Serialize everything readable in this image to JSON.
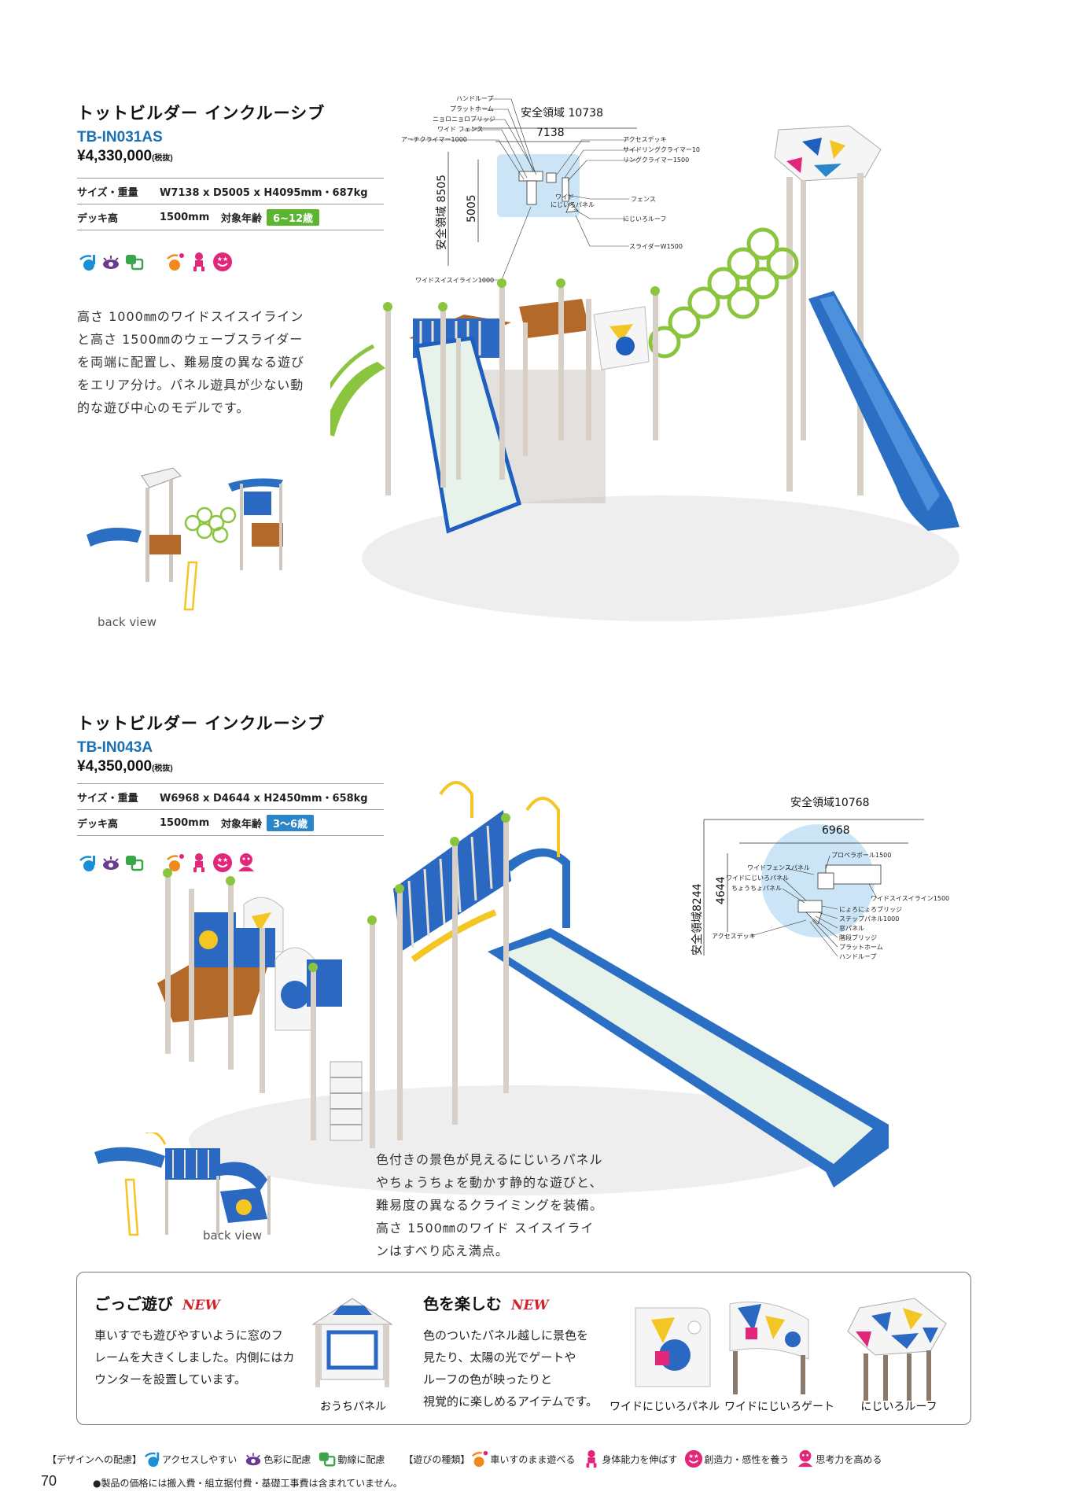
{
  "product1": {
    "title": "トットビルダー インクルーシブ",
    "code": "TB-IN031AS",
    "price": "¥4,330,000",
    "price_tax": "(税抜)",
    "size_label": "サイズ・重量",
    "size_value": "W7138 x D5005 x H4095mm・687kg",
    "deck_label": "デッキ高",
    "deck_value": "1500mm",
    "age_label": "対象年齢",
    "age_value": "6~12歳",
    "age_color": "#5bb530",
    "description": [
      "高さ 1000㎜のワイドスイスイライン",
      "と高さ 1500㎜のウェーブスライダー",
      "を両端に配置し、難易度の異なる遊び",
      "をエリア分け。パネル遊具が少ない動",
      "的な遊び中心のモデルです。"
    ],
    "back_view": "back view",
    "diagram": {
      "safety_width": "安全領域 10738",
      "width": "7138",
      "safety_depth": "安全領域 8505",
      "depth": "5005",
      "labels_left": [
        "ハンドループ",
        "プラットホーム",
        "ニョロニョロブリッジ",
        "ワイド フェンス",
        "アーチクライマー1000"
      ],
      "labels_right": [
        "アクセスデッキ",
        "サイドリングクライマー1000",
        "リングクライマー1500",
        "フェンス",
        "にじいろルーフ",
        "スライダーW1500"
      ],
      "labels_inner": [
        "ワイド",
        "にじいろパネル"
      ],
      "label_bottom": "ワイドスイスイライン1000"
    }
  },
  "product2": {
    "title": "トットビルダー インクルーシブ",
    "code": "TB-IN043A",
    "price": "¥4,350,000",
    "price_tax": "(税抜)",
    "size_label": "サイズ・重量",
    "size_value": "W6968 x D4644 x H2450mm・658kg",
    "deck_label": "デッキ高",
    "deck_value": "1500mm",
    "age_label": "対象年齢",
    "age_value": "3～6歳",
    "age_color": "#2a86c9",
    "description": [
      "色付きの景色が見えるにじいろパネル",
      "やちょうちょを動かす静的な遊びと、",
      "難易度の異なるクライミングを装備。",
      "高さ 1500㎜のワイド スイスイライ",
      "ンはすべり応え満点。"
    ],
    "back_view": "back view",
    "diagram": {
      "safety_width": "安全領域10768",
      "width": "6968",
      "safety_depth": "安全領域8244",
      "depth": "4644",
      "labels": [
        "プロペラボール1500",
        "ワイドフェンスパネル",
        "ワイドにじいろパネル",
        "ちょうちょパネル",
        "ワイドスイスイライン1500",
        "にょろにょろブリッジ",
        "ステップパネル1000",
        "窓パネル",
        "階段ブリッジ",
        "プラットホーム",
        "ハンドループ",
        "アクセスデッキ"
      ]
    }
  },
  "features": {
    "left_title": "ごっご遊び",
    "left_new": "NEW",
    "left_text": [
      "車いすでも遊びやすいように窓のフ",
      "レームを大きくしました。内側にはカ",
      "ウンターを設置しています。"
    ],
    "left_caption": "おうちパネル",
    "right_title": "色を楽しむ",
    "right_new": "NEW",
    "right_text": [
      "色のついたパネル越しに景色を",
      "見たり、太陽の光でゲートや",
      "ルーフの色が映ったりと",
      "視覚的に楽しめるアイテムです。"
    ],
    "captions": [
      "ワイドにじいろパネル",
      "ワイドにじいろゲート",
      "にじいろルーフ"
    ]
  },
  "footer": {
    "design_label": "【デザインへの配慮】",
    "design_items": [
      "アクセスしやすい",
      "色彩に配慮",
      "動線に配慮"
    ],
    "play_label": "【遊びの種類】",
    "play_items": [
      "車いすのまま遊べる",
      "身体能力を伸ばす",
      "創造力・感性を養う",
      "思考力を高める"
    ],
    "page_number": "70",
    "note": "●製品の価格には搬入費・組立据付費・基礎工事費は含まれていません。"
  },
  "colors": {
    "brand_blue": "#1b6fb3",
    "accessible": "#1a8fd8",
    "color_care": "#6a3a8f",
    "flow_care": "#3aa64a",
    "wheelchair_play": "#f08a1c",
    "physical": "#e2267a",
    "creative": "#e2267a",
    "thinking": "#e2267a"
  }
}
